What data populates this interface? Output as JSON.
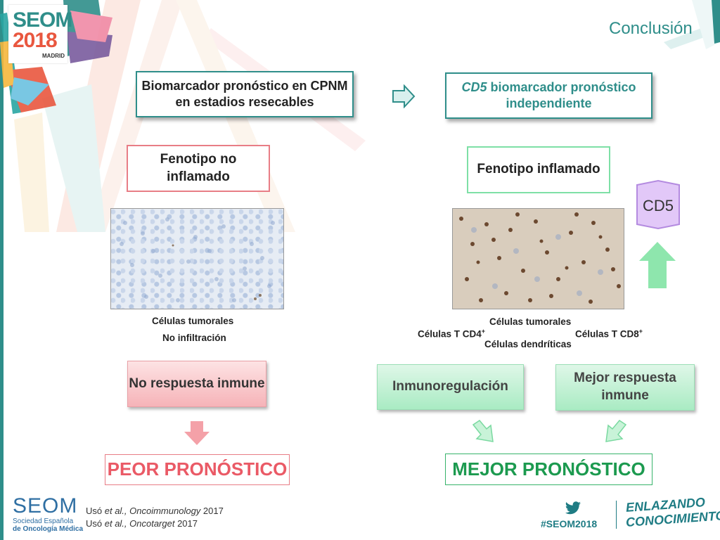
{
  "header": {
    "logo_text": "SEOM",
    "logo_year": "2018",
    "logo_city": "MADRID",
    "slide_title": "Conclusión"
  },
  "top_left_box": {
    "text": "Biomarcador pronóstico en CPNM en estadios resecables"
  },
  "top_right_box": {
    "text_italic": "CD5",
    "text_rest": " biomarcador pronóstico independiente"
  },
  "left": {
    "phenotype": "Fenotipo no inflamado",
    "caption_1": "Células tumorales",
    "caption_2": "No infiltración",
    "response": "No respuesta inmune",
    "outcome": "PEOR PRONÓSTICO"
  },
  "right": {
    "phenotype": "Fenotipo inflamado",
    "marker": "CD5",
    "caption_tumor": "Células tumorales",
    "caption_cd4": "Células T CD4",
    "caption_cd8": "Células T CD8",
    "sup_plus": "+",
    "caption_dendritic": "Células dendríticas",
    "response_1": "Inmunoregulación",
    "response_2": "Mejor respuesta inmune",
    "outcome": "MEJOR PRONÓSTICO"
  },
  "footer": {
    "org_name": "SEOM",
    "org_sub_1": "Sociedad Española",
    "org_sub_2": "de Oncología Médica",
    "ref1_author": "Usó ",
    "ref1_etal": "et al.,",
    "ref1_journal": " Oncoimmunology",
    "ref1_year": " 2017",
    "ref2_author": "Usó ",
    "ref2_etal": "et al.,",
    "ref2_journal": " Oncotarget",
    "ref2_year": " 2017",
    "hashtag": "#SEOM2018",
    "slogan_1": "ENLAZANDO",
    "slogan_2": "CONOCIMIENTO"
  },
  "colors": {
    "teal": "#2f8e8a",
    "red": "#ea5a66",
    "green": "#1c9a4f",
    "violet": "#c89ef0"
  }
}
